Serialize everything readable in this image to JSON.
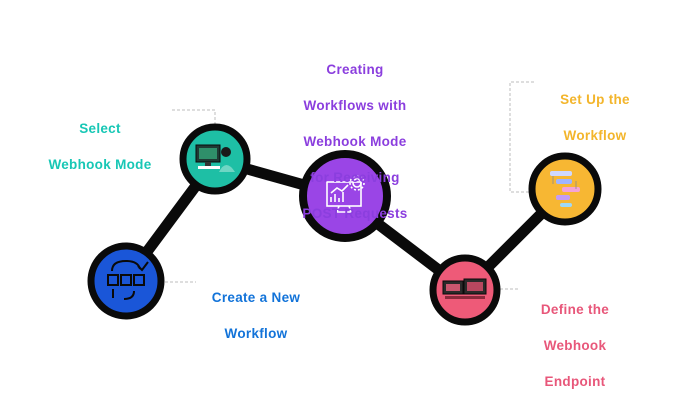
{
  "title": "Creating Workflows with Webhook Mode for Receiving POST Requests",
  "title_lines": [
    "Creating",
    "Workflows with",
    "Webhook Mode",
    "for Receiving",
    "POST Requests"
  ],
  "steps": [
    {
      "id": "create",
      "lines": [
        "Create a New",
        "Workflow"
      ],
      "color": "#1273d9",
      "node_color": "#1a56d8",
      "icon": "workflow-boxes-icon"
    },
    {
      "id": "select",
      "lines": [
        "Select",
        "Webhook Mode"
      ],
      "color": "#17c7b5",
      "node_color": "#1ebfa5",
      "icon": "person-at-computer-icon"
    },
    {
      "id": "define",
      "lines": [
        "Define the",
        "Webhook",
        "Endpoint"
      ],
      "color": "#e8577a",
      "node_color": "#ee5a78",
      "icon": "monitors-icon"
    },
    {
      "id": "setup",
      "lines": [
        "Set Up the",
        "Workflow"
      ],
      "color": "#f3b52b",
      "node_color": "#f7b733",
      "icon": "flowchart-icon"
    }
  ],
  "center": {
    "color": "#8b3ede",
    "node_color": "#9a45e6",
    "icon": "analytics-monitor-gear-icon"
  },
  "colors": {
    "line": "#0a0a0a",
    "leader": "#bdbdbd"
  }
}
